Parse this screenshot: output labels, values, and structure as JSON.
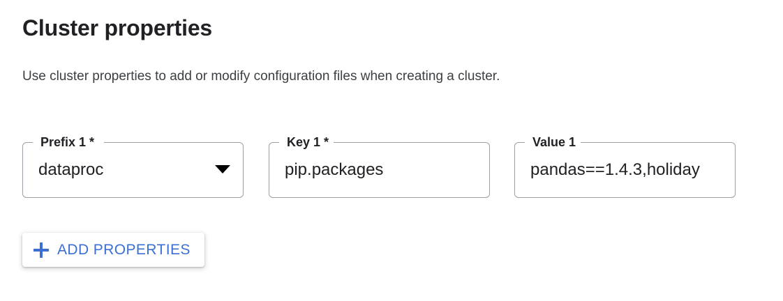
{
  "header": {
    "title": "Cluster properties",
    "description": "Use cluster properties to add or modify configuration files when creating a cluster."
  },
  "fields": [
    {
      "name": "prefix",
      "label": "Prefix 1 *",
      "value": "dataproc",
      "type": "select",
      "icon": "chevron-down-icon"
    },
    {
      "name": "key",
      "label": "Key 1 *",
      "value": "pip.packages",
      "type": "text"
    },
    {
      "name": "value",
      "label": "Value 1",
      "value": "pandas==1.4.3,holiday",
      "type": "text"
    }
  ],
  "actions": {
    "add_properties_label": "ADD PROPERTIES",
    "add_properties_icon": "plus-icon"
  },
  "colors": {
    "accent_blue": "#3b6fd4",
    "text_primary": "#202124",
    "text_secondary": "#3c4043",
    "field_border": "#9aa0a6",
    "background": "#ffffff"
  }
}
